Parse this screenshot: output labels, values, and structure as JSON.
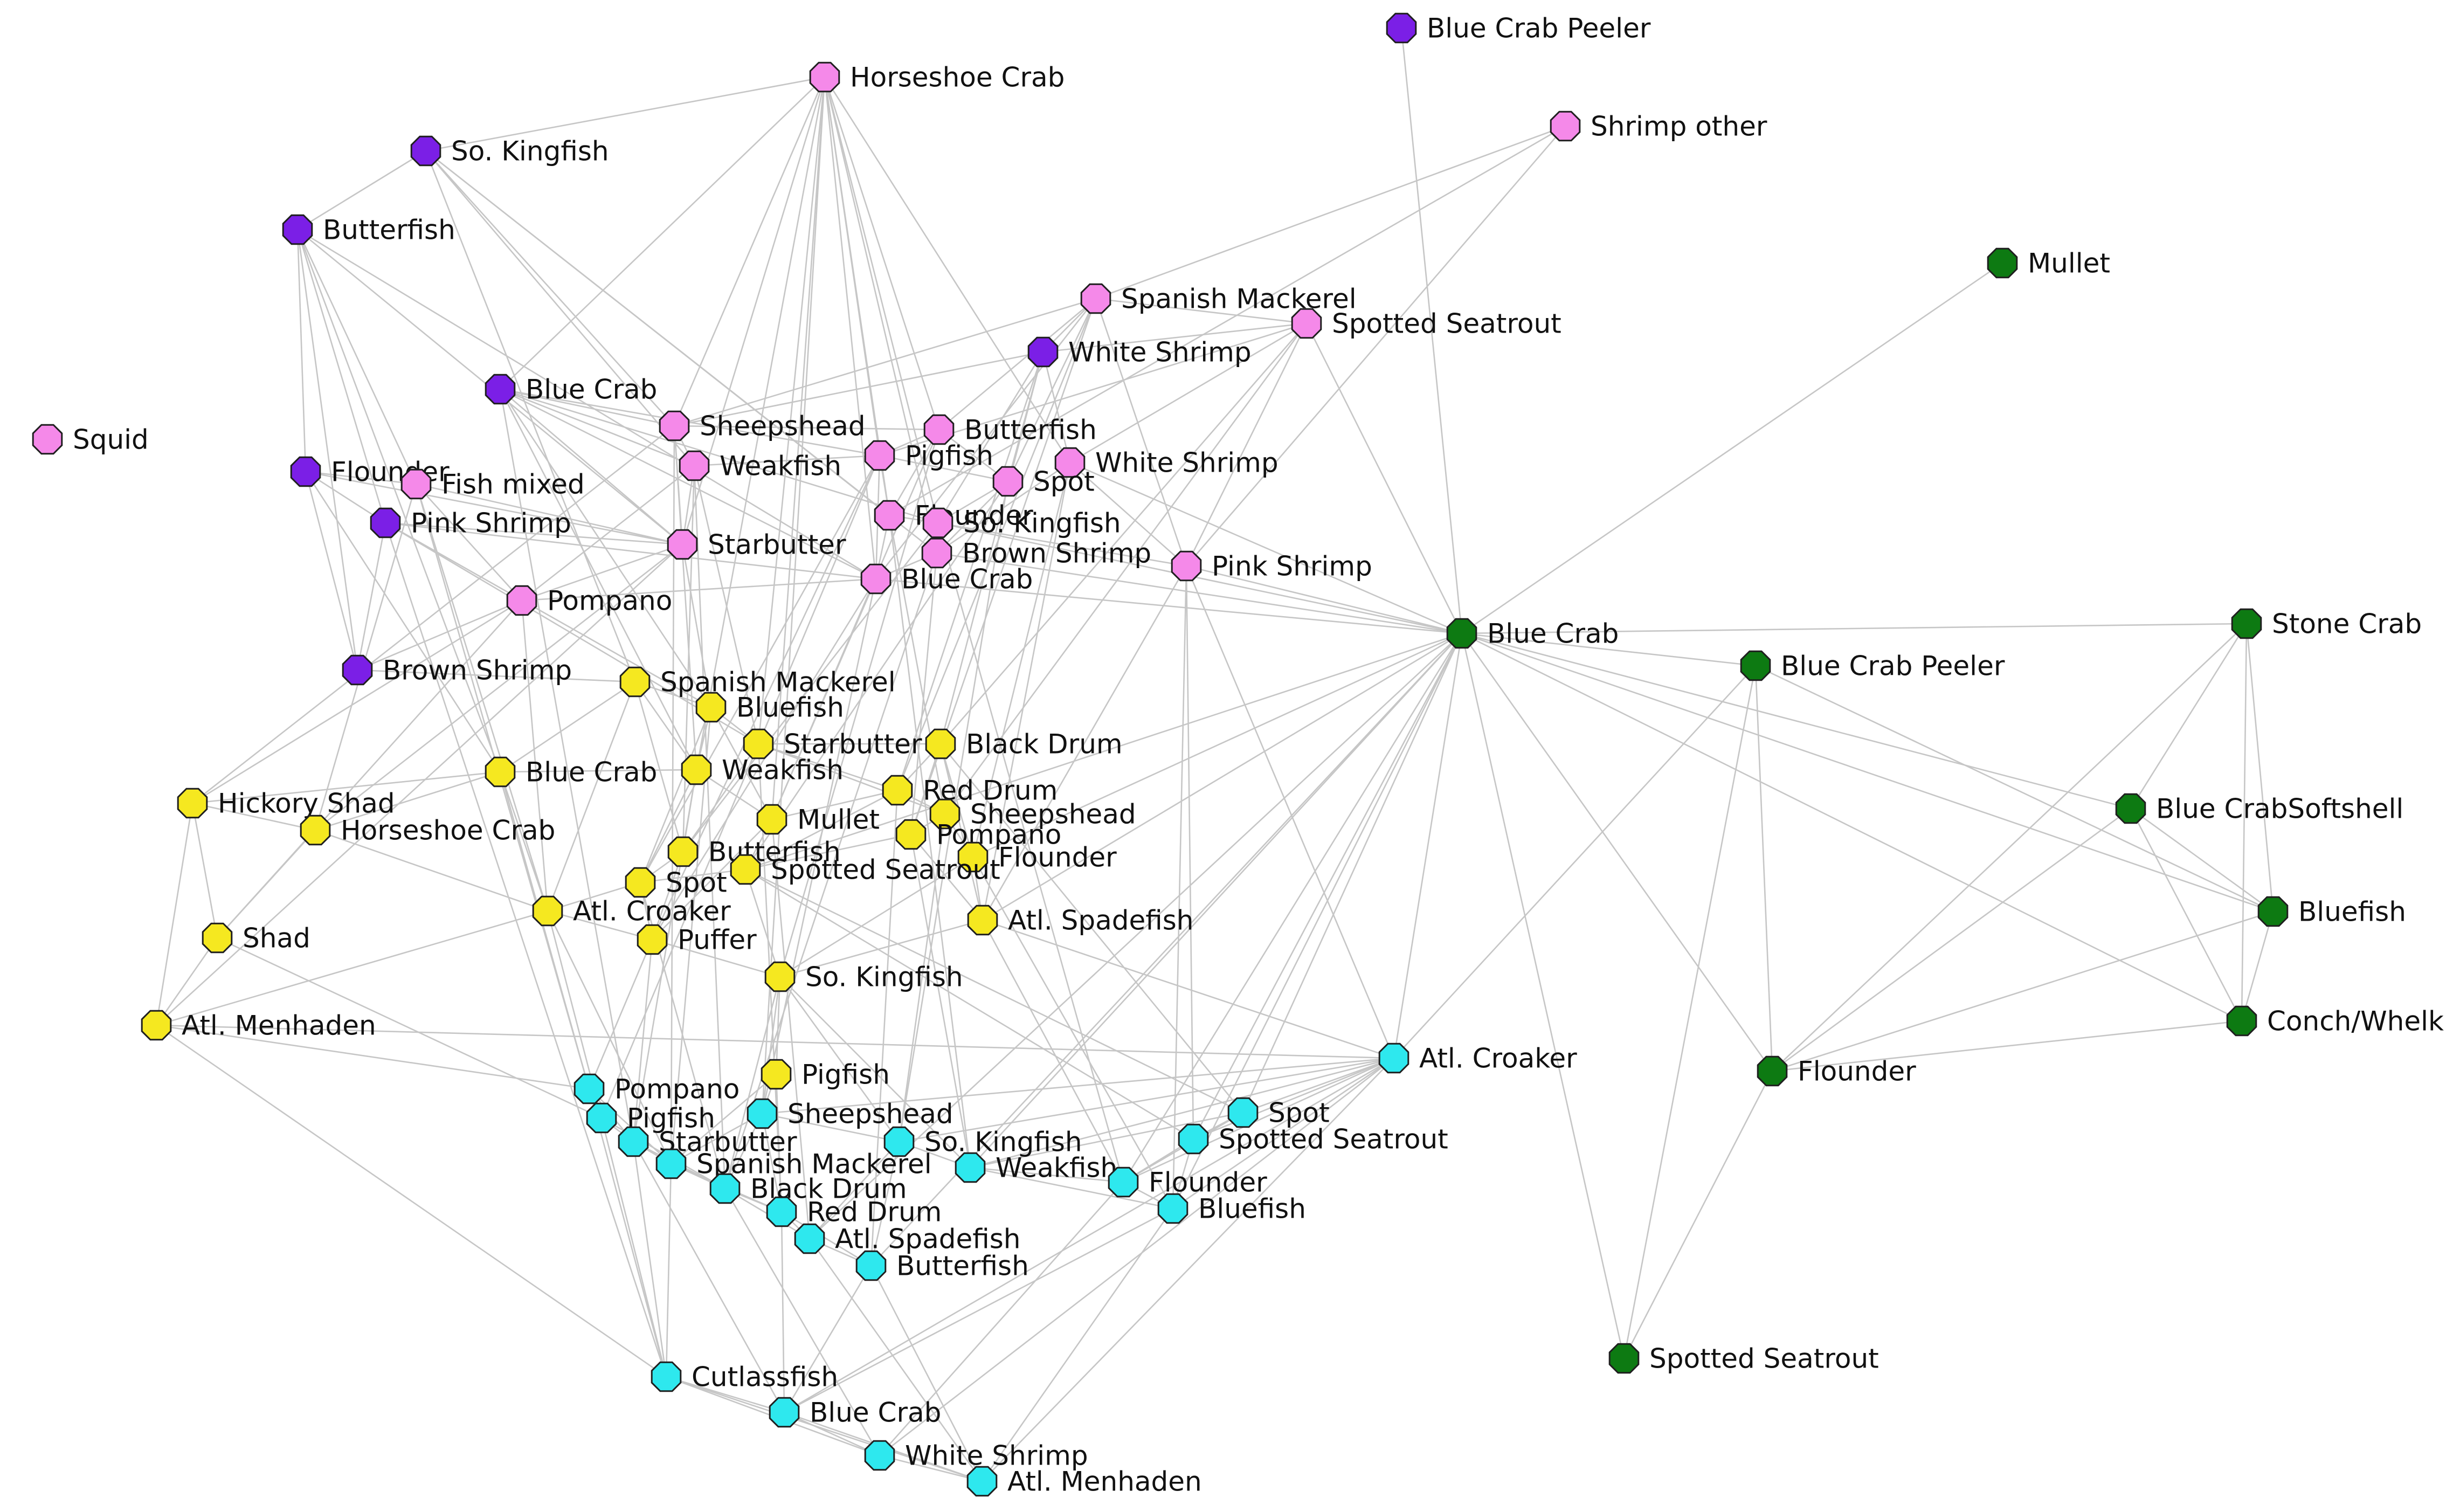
{
  "colors": {
    "purple": "#7b1fe6",
    "pink": "#f589e9",
    "yellow": "#f5e820",
    "cyan": "#2ee8ee",
    "green": "#0d7a12",
    "edge": "#c6c6c6"
  },
  "nodes": [
    {
      "id": "p1",
      "label": "Blue Crab Peeler",
      "group": "purple"
    },
    {
      "id": "p2",
      "label": "So. Kingfish",
      "group": "purple"
    },
    {
      "id": "p3",
      "label": "Butterfish",
      "group": "purple"
    },
    {
      "id": "p4",
      "label": "White Shrimp",
      "group": "purple"
    },
    {
      "id": "p5",
      "label": "Blue Crab",
      "group": "purple"
    },
    {
      "id": "p6",
      "label": "Flounder",
      "group": "purple"
    },
    {
      "id": "p7",
      "label": "Pink Shrimp",
      "group": "purple"
    },
    {
      "id": "p8",
      "label": "Brown Shrimp",
      "group": "purple"
    },
    {
      "id": "k1",
      "label": "Horseshoe Crab",
      "group": "pink"
    },
    {
      "id": "k2",
      "label": "Shrimp other",
      "group": "pink"
    },
    {
      "id": "k3",
      "label": "Spanish Mackerel",
      "group": "pink"
    },
    {
      "id": "k4",
      "label": "Spotted Seatrout",
      "group": "pink"
    },
    {
      "id": "k5",
      "label": "Squid",
      "group": "pink"
    },
    {
      "id": "k6",
      "label": "Sheepshead",
      "group": "pink"
    },
    {
      "id": "k7",
      "label": "Butterfish",
      "group": "pink"
    },
    {
      "id": "k8",
      "label": "Weakfish",
      "group": "pink"
    },
    {
      "id": "k9",
      "label": "Pigfish",
      "group": "pink"
    },
    {
      "id": "k10",
      "label": "White Shrimp",
      "group": "pink"
    },
    {
      "id": "k11",
      "label": "Spot",
      "group": "pink"
    },
    {
      "id": "k12",
      "label": "Fish mixed",
      "group": "pink"
    },
    {
      "id": "k13",
      "label": "Flounder",
      "group": "pink"
    },
    {
      "id": "k14",
      "label": "So. Kingfish",
      "group": "pink"
    },
    {
      "id": "k15",
      "label": "Starbutter",
      "group": "pink"
    },
    {
      "id": "k16",
      "label": "Brown Shrimp",
      "group": "pink"
    },
    {
      "id": "k17",
      "label": "Blue Crab",
      "group": "pink"
    },
    {
      "id": "k18",
      "label": "Pink Shrimp",
      "group": "pink"
    },
    {
      "id": "k19",
      "label": "Pompano",
      "group": "pink"
    },
    {
      "id": "y1",
      "label": "Spanish Mackerel",
      "group": "yellow"
    },
    {
      "id": "y2",
      "label": "Bluefish",
      "group": "yellow"
    },
    {
      "id": "y3",
      "label": "Starbutter",
      "group": "yellow"
    },
    {
      "id": "y4",
      "label": "Black Drum",
      "group": "yellow"
    },
    {
      "id": "y5",
      "label": "Blue Crab",
      "group": "yellow"
    },
    {
      "id": "y6",
      "label": "Weakfish",
      "group": "yellow"
    },
    {
      "id": "y7",
      "label": "Red Drum",
      "group": "yellow"
    },
    {
      "id": "y8",
      "label": "Hickory Shad",
      "group": "yellow"
    },
    {
      "id": "y9",
      "label": "Mullet",
      "group": "yellow"
    },
    {
      "id": "y10",
      "label": "Sheepshead",
      "group": "yellow"
    },
    {
      "id": "y11",
      "label": "Horseshoe Crab",
      "group": "yellow"
    },
    {
      "id": "y12",
      "label": "Pompano",
      "group": "yellow"
    },
    {
      "id": "y13",
      "label": "Butterfish",
      "group": "yellow"
    },
    {
      "id": "y14",
      "label": "Flounder",
      "group": "yellow"
    },
    {
      "id": "y15",
      "label": "Spotted Seatrout",
      "group": "yellow"
    },
    {
      "id": "y16",
      "label": "Spot",
      "group": "yellow"
    },
    {
      "id": "y17",
      "label": "Atl. Croaker",
      "group": "yellow"
    },
    {
      "id": "y18",
      "label": "Atl. Spadefish",
      "group": "yellow"
    },
    {
      "id": "y19",
      "label": "Shad",
      "group": "yellow"
    },
    {
      "id": "y20",
      "label": "Puffer",
      "group": "yellow"
    },
    {
      "id": "y21",
      "label": "So. Kingfish",
      "group": "yellow"
    },
    {
      "id": "y22",
      "label": "Atl. Menhaden",
      "group": "yellow"
    },
    {
      "id": "y23",
      "label": "Pigfish",
      "group": "yellow"
    },
    {
      "id": "c1",
      "label": "Atl. Croaker",
      "group": "cyan"
    },
    {
      "id": "c2",
      "label": "Pompano",
      "group": "cyan"
    },
    {
      "id": "c3",
      "label": "Pigfish",
      "group": "cyan"
    },
    {
      "id": "c4",
      "label": "Sheepshead",
      "group": "cyan"
    },
    {
      "id": "c5",
      "label": "Spot",
      "group": "cyan"
    },
    {
      "id": "c6",
      "label": "Starbutter",
      "group": "cyan"
    },
    {
      "id": "c7",
      "label": "So. Kingfish",
      "group": "cyan"
    },
    {
      "id": "c8",
      "label": "Spotted Seatrout",
      "group": "cyan"
    },
    {
      "id": "c9",
      "label": "Spanish Mackerel",
      "group": "cyan"
    },
    {
      "id": "c10",
      "label": "Weakfish",
      "group": "cyan"
    },
    {
      "id": "c11",
      "label": "Flounder",
      "group": "cyan"
    },
    {
      "id": "c12",
      "label": "Black Drum",
      "group": "cyan"
    },
    {
      "id": "c13",
      "label": "Red Drum",
      "group": "cyan"
    },
    {
      "id": "c14",
      "label": "Bluefish",
      "group": "cyan"
    },
    {
      "id": "c15",
      "label": "Atl. Spadefish",
      "group": "cyan"
    },
    {
      "id": "c16",
      "label": "Butterfish",
      "group": "cyan"
    },
    {
      "id": "c17",
      "label": "Cutlassfish",
      "group": "cyan"
    },
    {
      "id": "c18",
      "label": "Blue Crab",
      "group": "cyan"
    },
    {
      "id": "c19",
      "label": "White Shrimp",
      "group": "cyan"
    },
    {
      "id": "c20",
      "label": "Atl. Menhaden",
      "group": "cyan"
    },
    {
      "id": "g1",
      "label": "Mullet",
      "group": "green"
    },
    {
      "id": "g2",
      "label": "Blue Crab",
      "group": "green"
    },
    {
      "id": "g3",
      "label": "Stone Crab",
      "group": "green"
    },
    {
      "id": "g4",
      "label": "Blue Crab Peeler",
      "group": "green"
    },
    {
      "id": "g5",
      "label": "Blue CrabSoftshell",
      "group": "green"
    },
    {
      "id": "g6",
      "label": "Bluefish",
      "group": "green"
    },
    {
      "id": "g7",
      "label": "Conch/Whelk",
      "group": "green"
    },
    {
      "id": "g8",
      "label": "Flounder",
      "group": "green"
    },
    {
      "id": "g9",
      "label": "Spotted Seatrout",
      "group": "green"
    }
  ],
  "edges": [
    [
      "p1",
      "g2"
    ],
    [
      "k2",
      "k3"
    ],
    [
      "k2",
      "k18"
    ],
    [
      "k2",
      "k13"
    ],
    [
      "g1",
      "g2"
    ],
    [
      "g2",
      "g3"
    ],
    [
      "g2",
      "g4"
    ],
    [
      "g2",
      "g5"
    ],
    [
      "g2",
      "g6"
    ],
    [
      "g2",
      "g7"
    ],
    [
      "g2",
      "g8"
    ],
    [
      "g2",
      "g9"
    ],
    [
      "g2",
      "c1"
    ],
    [
      "g2",
      "c8"
    ],
    [
      "g2",
      "c5"
    ],
    [
      "g2",
      "c11"
    ],
    [
      "g2",
      "c14"
    ],
    [
      "g2",
      "c10"
    ],
    [
      "g2",
      "k18"
    ],
    [
      "g2",
      "k16"
    ],
    [
      "g2",
      "k17"
    ],
    [
      "g2",
      "k14"
    ],
    [
      "g2",
      "k10"
    ],
    [
      "g2",
      "k4"
    ],
    [
      "g2",
      "y18"
    ],
    [
      "g2",
      "y14"
    ],
    [
      "g2",
      "y15"
    ],
    [
      "g2",
      "c16"
    ],
    [
      "g2",
      "c15"
    ],
    [
      "g3",
      "g5"
    ],
    [
      "g3",
      "g6"
    ],
    [
      "g3",
      "g7"
    ],
    [
      "g3",
      "g8"
    ],
    [
      "g5",
      "g6"
    ],
    [
      "g5",
      "g7"
    ],
    [
      "g6",
      "g7"
    ],
    [
      "g6",
      "g8"
    ],
    [
      "g7",
      "g8"
    ],
    [
      "g4",
      "g8"
    ],
    [
      "g4",
      "g9"
    ],
    [
      "g4",
      "c1"
    ],
    [
      "g8",
      "g9"
    ],
    [
      "g5",
      "g8"
    ],
    [
      "g4",
      "g6"
    ],
    [
      "p2",
      "p3"
    ],
    [
      "p2",
      "k6"
    ],
    [
      "p2",
      "k13"
    ],
    [
      "p2",
      "k16"
    ],
    [
      "p2",
      "k8"
    ],
    [
      "p2",
      "y1"
    ],
    [
      "p3",
      "p6"
    ],
    [
      "p3",
      "p7"
    ],
    [
      "p3",
      "p8"
    ],
    [
      "p3",
      "k12"
    ],
    [
      "p3",
      "k15"
    ],
    [
      "p3",
      "k17"
    ],
    [
      "p3",
      "y5"
    ],
    [
      "p5",
      "k6"
    ],
    [
      "p5",
      "k8"
    ],
    [
      "p5",
      "k9"
    ],
    [
      "p5",
      "k14"
    ],
    [
      "p5",
      "k17"
    ],
    [
      "p5",
      "k15"
    ],
    [
      "p5",
      "y2"
    ],
    [
      "p5",
      "y6"
    ],
    [
      "p6",
      "p7"
    ],
    [
      "p6",
      "p8"
    ],
    [
      "p6",
      "k12"
    ],
    [
      "p6",
      "k15"
    ],
    [
      "p6",
      "y5"
    ],
    [
      "p7",
      "p8"
    ],
    [
      "p7",
      "k15"
    ],
    [
      "p7",
      "k17"
    ],
    [
      "p7",
      "y3"
    ],
    [
      "p7",
      "y2"
    ],
    [
      "p8",
      "k19"
    ],
    [
      "p8",
      "y1"
    ],
    [
      "p4",
      "k3"
    ],
    [
      "p4",
      "k4"
    ],
    [
      "p4",
      "k11"
    ],
    [
      "p4",
      "k10"
    ],
    [
      "p4",
      "k14"
    ],
    [
      "p4",
      "k6"
    ],
    [
      "p4",
      "y4"
    ],
    [
      "p4",
      "y7"
    ],
    [
      "k1",
      "k6"
    ],
    [
      "k1",
      "k9"
    ],
    [
      "k1",
      "k13"
    ],
    [
      "k1",
      "k14"
    ],
    [
      "k1",
      "k16"
    ],
    [
      "k1",
      "k17"
    ],
    [
      "k1",
      "k15"
    ],
    [
      "k1",
      "k7"
    ],
    [
      "k1",
      "k10"
    ],
    [
      "k1",
      "y3"
    ],
    [
      "k1",
      "y6"
    ],
    [
      "k1",
      "y9"
    ],
    [
      "k1",
      "p2"
    ],
    [
      "k1",
      "p5"
    ],
    [
      "k3",
      "k4"
    ],
    [
      "k3",
      "k6"
    ],
    [
      "k3",
      "k7"
    ],
    [
      "k3",
      "k11"
    ],
    [
      "k3",
      "k17"
    ],
    [
      "k3",
      "y12"
    ],
    [
      "k3",
      "y7"
    ],
    [
      "k3",
      "k18"
    ],
    [
      "k4",
      "k10"
    ],
    [
      "k4",
      "k18"
    ],
    [
      "k4",
      "y10"
    ],
    [
      "k4",
      "y4"
    ],
    [
      "k4",
      "k9"
    ],
    [
      "k6",
      "k7"
    ],
    [
      "k6",
      "k8"
    ],
    [
      "k6",
      "k15"
    ],
    [
      "k6",
      "y6"
    ],
    [
      "k6",
      "y8"
    ],
    [
      "k7",
      "k9"
    ],
    [
      "k7",
      "k13"
    ],
    [
      "k7",
      "k11"
    ],
    [
      "k7",
      "y9"
    ],
    [
      "k7",
      "y21"
    ],
    [
      "k8",
      "k9"
    ],
    [
      "k8",
      "k15"
    ],
    [
      "k8",
      "k19"
    ],
    [
      "k8",
      "y3"
    ],
    [
      "k8",
      "y13"
    ],
    [
      "k9",
      "k11"
    ],
    [
      "k9",
      "k13"
    ],
    [
      "k9",
      "k17"
    ],
    [
      "k9",
      "y16"
    ],
    [
      "k9",
      "y20"
    ],
    [
      "k10",
      "k18"
    ],
    [
      "k10",
      "k16"
    ],
    [
      "k10",
      "y14"
    ],
    [
      "k10",
      "y18"
    ],
    [
      "k11",
      "k14"
    ],
    [
      "k11",
      "k16"
    ],
    [
      "k11",
      "y15"
    ],
    [
      "k11",
      "c7"
    ],
    [
      "k12",
      "k15"
    ],
    [
      "k12",
      "k19"
    ],
    [
      "k12",
      "y11"
    ],
    [
      "k12",
      "y17"
    ],
    [
      "k13",
      "k14"
    ],
    [
      "k13",
      "k17"
    ],
    [
      "k13",
      "y10"
    ],
    [
      "k13",
      "c10"
    ],
    [
      "k14",
      "k16"
    ],
    [
      "k14",
      "k18"
    ],
    [
      "k14",
      "y13"
    ],
    [
      "k14",
      "c11"
    ],
    [
      "k15",
      "k19"
    ],
    [
      "k15",
      "y2"
    ],
    [
      "k15",
      "y11"
    ],
    [
      "k15",
      "y22"
    ],
    [
      "k16",
      "k17"
    ],
    [
      "k16",
      "y12"
    ],
    [
      "k16",
      "c12"
    ],
    [
      "k17",
      "k19"
    ],
    [
      "k17",
      "y9"
    ],
    [
      "k17",
      "y20"
    ],
    [
      "k17",
      "c4"
    ],
    [
      "k18",
      "y18"
    ],
    [
      "k18",
      "c1"
    ],
    [
      "k18",
      "c8"
    ],
    [
      "k18",
      "c14"
    ],
    [
      "k19",
      "y8"
    ],
    [
      "k19",
      "y19"
    ],
    [
      "k19",
      "y17"
    ],
    [
      "y1",
      "y2"
    ],
    [
      "y1",
      "y5"
    ],
    [
      "y1",
      "y6"
    ],
    [
      "y1",
      "y13"
    ],
    [
      "y1",
      "y17"
    ],
    [
      "y2",
      "y3"
    ],
    [
      "y2",
      "y6"
    ],
    [
      "y2",
      "y9"
    ],
    [
      "y2",
      "y16"
    ],
    [
      "y3",
      "y4"
    ],
    [
      "y3",
      "y7"
    ],
    [
      "y3",
      "y10"
    ],
    [
      "y3",
      "y13"
    ],
    [
      "y4",
      "y7"
    ],
    [
      "y4",
      "y12"
    ],
    [
      "y4",
      "y14"
    ],
    [
      "y4",
      "y18"
    ],
    [
      "y5",
      "y6"
    ],
    [
      "y5",
      "y8"
    ],
    [
      "y5",
      "y11"
    ],
    [
      "y5",
      "y17"
    ],
    [
      "y6",
      "y9"
    ],
    [
      "y6",
      "y13"
    ],
    [
      "y6",
      "y16"
    ],
    [
      "y7",
      "y9"
    ],
    [
      "y7",
      "y10"
    ],
    [
      "y7",
      "y15"
    ],
    [
      "y8",
      "y11"
    ],
    [
      "y8",
      "y19"
    ],
    [
      "y8",
      "y22"
    ],
    [
      "y11",
      "y19"
    ],
    [
      "y11",
      "y17"
    ],
    [
      "y19",
      "y22"
    ],
    [
      "y22",
      "y17"
    ],
    [
      "y9",
      "y15"
    ],
    [
      "y9",
      "y20"
    ],
    [
      "y10",
      "y12"
    ],
    [
      "y10",
      "y14"
    ],
    [
      "y12",
      "y15"
    ],
    [
      "y12",
      "y18"
    ],
    [
      "y13",
      "y16"
    ],
    [
      "y13",
      "y20"
    ],
    [
      "y14",
      "y18"
    ],
    [
      "y14",
      "y21"
    ],
    [
      "y15",
      "y16"
    ],
    [
      "y15",
      "y21"
    ],
    [
      "y16",
      "y17"
    ],
    [
      "y16",
      "y20"
    ],
    [
      "y17",
      "y20"
    ],
    [
      "y20",
      "y21"
    ],
    [
      "y21",
      "y23"
    ],
    [
      "y18",
      "y21"
    ],
    [
      "y22",
      "c2"
    ],
    [
      "y22",
      "c1"
    ],
    [
      "y22",
      "c17"
    ],
    [
      "y19",
      "c3"
    ],
    [
      "y21",
      "c7"
    ],
    [
      "y21",
      "c10"
    ],
    [
      "y21",
      "c4"
    ],
    [
      "y21",
      "c12"
    ],
    [
      "y23",
      "c4"
    ],
    [
      "y23",
      "c9"
    ],
    [
      "y23",
      "c13"
    ],
    [
      "y20",
      "c6"
    ],
    [
      "y20",
      "c2"
    ],
    [
      "y17",
      "c3"
    ],
    [
      "y17",
      "c9"
    ],
    [
      "y16",
      "c12"
    ],
    [
      "y15",
      "c8"
    ],
    [
      "y15",
      "c5"
    ],
    [
      "y18",
      "c1"
    ],
    [
      "y18",
      "c11"
    ],
    [
      "y14",
      "c14"
    ],
    [
      "y12",
      "c10"
    ],
    [
      "y10",
      "c7"
    ],
    [
      "y9",
      "c15"
    ],
    [
      "y7",
      "c16"
    ],
    [
      "y6",
      "c6"
    ],
    [
      "y5",
      "c2"
    ],
    [
      "y3",
      "c13"
    ],
    [
      "y2",
      "c9"
    ],
    [
      "y4",
      "c5"
    ],
    [
      "c1",
      "c5"
    ],
    [
      "c1",
      "c8"
    ],
    [
      "c1",
      "c11"
    ],
    [
      "c1",
      "c14"
    ],
    [
      "c1",
      "c10"
    ],
    [
      "c1",
      "c7"
    ],
    [
      "c1",
      "c19"
    ],
    [
      "c1",
      "c20"
    ],
    [
      "c1",
      "c18"
    ],
    [
      "c1",
      "c4"
    ],
    [
      "c2",
      "c3"
    ],
    [
      "c2",
      "c6"
    ],
    [
      "c2",
      "c17"
    ],
    [
      "c2",
      "c9"
    ],
    [
      "c3",
      "c6"
    ],
    [
      "c3",
      "c17"
    ],
    [
      "c3",
      "c12"
    ],
    [
      "c4",
      "c7"
    ],
    [
      "c4",
      "c9"
    ],
    [
      "c4",
      "c13"
    ],
    [
      "c4",
      "c12"
    ],
    [
      "c5",
      "c8"
    ],
    [
      "c5",
      "c11"
    ],
    [
      "c5",
      "c10"
    ],
    [
      "c6",
      "c9"
    ],
    [
      "c6",
      "c17"
    ],
    [
      "c6",
      "c12"
    ],
    [
      "c7",
      "c10"
    ],
    [
      "c7",
      "c15"
    ],
    [
      "c7",
      "c16"
    ],
    [
      "c8",
      "c11"
    ],
    [
      "c8",
      "c14"
    ],
    [
      "c9",
      "c12"
    ],
    [
      "c9",
      "c13"
    ],
    [
      "c10",
      "c11"
    ],
    [
      "c10",
      "c14"
    ],
    [
      "c11",
      "c14"
    ],
    [
      "c11",
      "c19"
    ],
    [
      "c12",
      "c13"
    ],
    [
      "c12",
      "c15"
    ],
    [
      "c13",
      "c15"
    ],
    [
      "c13",
      "c16"
    ],
    [
      "c14",
      "c20"
    ],
    [
      "c14",
      "c18"
    ],
    [
      "c15",
      "c16"
    ],
    [
      "c16",
      "c18"
    ],
    [
      "c16",
      "c20"
    ],
    [
      "c17",
      "c18"
    ],
    [
      "c17",
      "c19"
    ],
    [
      "c17",
      "c20"
    ],
    [
      "c18",
      "c19"
    ],
    [
      "c18",
      "c20"
    ],
    [
      "c19",
      "c20"
    ],
    [
      "c12",
      "c19"
    ],
    [
      "c13",
      "c18"
    ],
    [
      "c15",
      "c20"
    ],
    [
      "c9",
      "c17"
    ],
    [
      "c6",
      "c18"
    ],
    [
      "k1",
      "c4"
    ],
    [
      "k6",
      "c9"
    ],
    [
      "k8",
      "c12"
    ],
    [
      "k9",
      "c3"
    ],
    [
      "k12",
      "c2"
    ],
    [
      "p5",
      "c6"
    ],
    [
      "p7",
      "c17"
    ]
  ]
}
